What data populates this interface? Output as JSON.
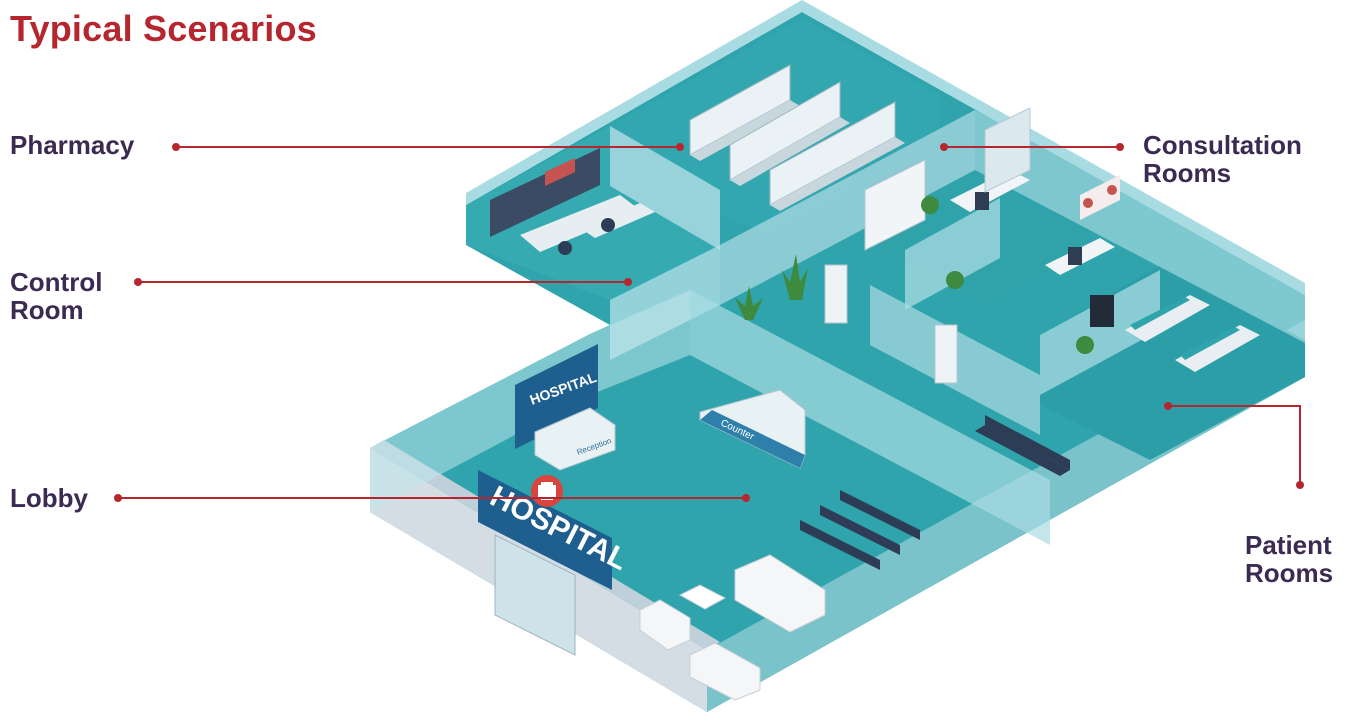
{
  "title": "Typical Scenarios",
  "labels": {
    "pharmacy": [
      "Pharmacy"
    ],
    "consultation": [
      "Consultation",
      "Rooms"
    ],
    "control": [
      "Control",
      "Room"
    ],
    "lobby": [
      "Lobby"
    ],
    "patient": [
      "Patient",
      "Rooms"
    ]
  },
  "signs": {
    "lobby_sign": "HOSPITAL",
    "wall_sign": "HOSPITAL",
    "reception": "Reception",
    "counter": "Counter"
  },
  "colors": {
    "accent": "#b5262f",
    "label": "#3b2a52",
    "floor": "#2fa4ac",
    "wall": "#a9dbe3",
    "sign": "#1f5f8f"
  }
}
